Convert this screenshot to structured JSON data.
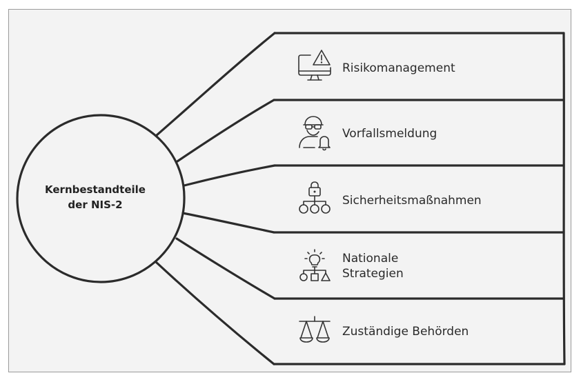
{
  "center": {
    "line1": "Kernbestandteile",
    "line2": "der NIS-2"
  },
  "items": [
    {
      "label": "Risikomanagement",
      "icon": "monitor-warning-icon"
    },
    {
      "label": "Vorfallsmeldung",
      "icon": "hacker-bell-icon"
    },
    {
      "label": "Sicherheitsmaßnahmen",
      "icon": "lock-network-icon"
    },
    {
      "label_line1": "Nationale",
      "label_line2": "Strategien",
      "icon": "idea-shapes-icon"
    },
    {
      "label": "Zuständige Behörden",
      "icon": "balance-scale-icon"
    }
  ],
  "colors": {
    "stroke": "#2b2b2b",
    "panel": "#f3f3f3",
    "border": "#9a9a9a"
  }
}
